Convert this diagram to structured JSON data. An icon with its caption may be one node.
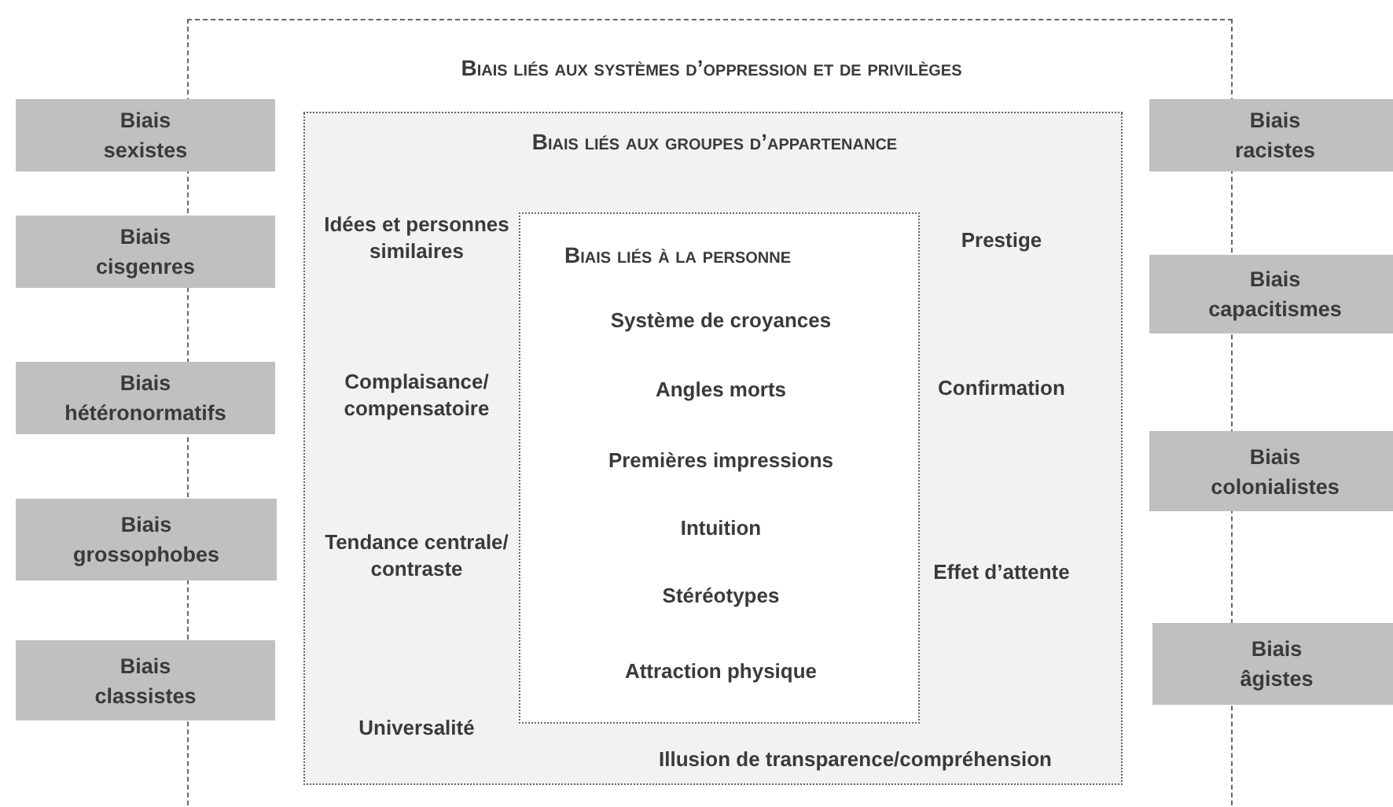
{
  "diagram": {
    "nodes": [
      {
        "text": [
          "Biais liés aux systèmes d’oppression et de privilèges"
        ]
      },
      {
        "text": [
          "Biais liés aux groupes d’appartenance",
          "Idées et personnes similaires",
          "Complaisance/ compensatoire",
          "Tendance centrale/ contraste",
          "Universalité",
          "Prestige",
          "Confirmation",
          "Effet d’attente",
          "Illusion de transparence/compréhension"
        ],
        "in": 0
      },
      {
        "text": [
          "Biais liés à la personne",
          "Système de croyances",
          "Angles morts",
          "Premières impressions",
          "Intuition",
          "Stéréotypes",
          "Attraction physique"
        ],
        "in": 1
      },
      {
        "text": [
          "Biais sexistes"
        ]
      },
      {
        "text": [
          "Biais racistes"
        ]
      },
      {
        "text": [
          "Biais cisgenres"
        ]
      },
      {
        "text": [
          "Biais capacitismes"
        ]
      },
      {
        "text": [
          "Biais hétéronormatifs"
        ]
      },
      {
        "text": [
          "Biais colonialistes"
        ]
      },
      {
        "text": [
          "Biais grossophobes"
        ]
      },
      {
        "text": [
          "Biais classistes"
        ]
      },
      {
        "text": [
          "Biais âgistes"
        ]
      }
    ],
    "edges": []
  }
}
